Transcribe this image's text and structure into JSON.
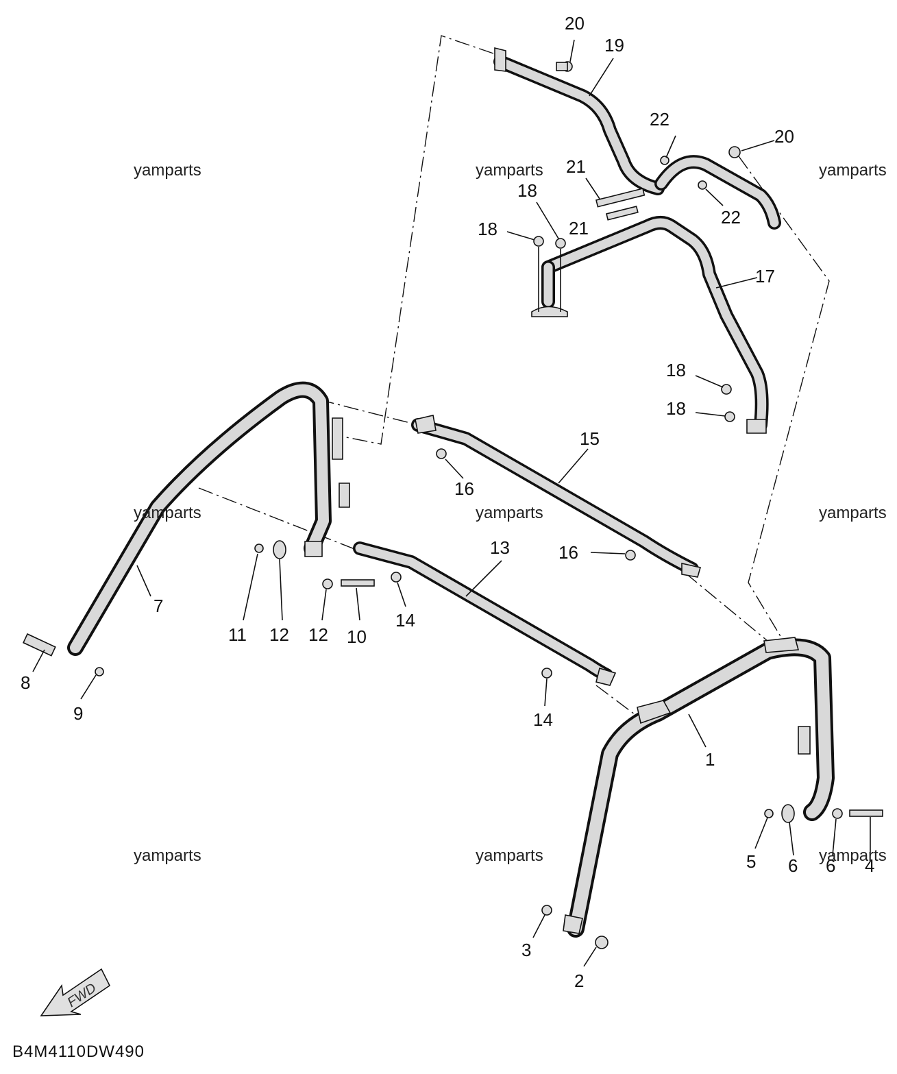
{
  "diagram_code": "B4M4110DW490",
  "watermark_text": "yamparts",
  "fwd_label": "FWD",
  "callouts": [
    {
      "id": "c20a",
      "label": "20"
    },
    {
      "id": "c19",
      "label": "19"
    },
    {
      "id": "c22a",
      "label": "22"
    },
    {
      "id": "c20b",
      "label": "20"
    },
    {
      "id": "c21a",
      "label": "21"
    },
    {
      "id": "c18a",
      "label": "18"
    },
    {
      "id": "c21b",
      "label": "21"
    },
    {
      "id": "c22b",
      "label": "22"
    },
    {
      "id": "c18b",
      "label": "18"
    },
    {
      "id": "c17",
      "label": "17"
    },
    {
      "id": "c18c",
      "label": "18"
    },
    {
      "id": "c18d",
      "label": "18"
    },
    {
      "id": "c15",
      "label": "15"
    },
    {
      "id": "c16a",
      "label": "16"
    },
    {
      "id": "c16b",
      "label": "16"
    },
    {
      "id": "c13",
      "label": "13"
    },
    {
      "id": "c7",
      "label": "7"
    },
    {
      "id": "c11",
      "label": "11"
    },
    {
      "id": "c12a",
      "label": "12"
    },
    {
      "id": "c12b",
      "label": "12"
    },
    {
      "id": "c10",
      "label": "10"
    },
    {
      "id": "c14a",
      "label": "14"
    },
    {
      "id": "c8",
      "label": "8"
    },
    {
      "id": "c9",
      "label": "9"
    },
    {
      "id": "c14b",
      "label": "14"
    },
    {
      "id": "c1",
      "label": "1"
    },
    {
      "id": "c5",
      "label": "5"
    },
    {
      "id": "c6a",
      "label": "6"
    },
    {
      "id": "c6b",
      "label": "6"
    },
    {
      "id": "c4",
      "label": "4"
    },
    {
      "id": "c3",
      "label": "3"
    },
    {
      "id": "c2",
      "label": "2"
    }
  ]
}
